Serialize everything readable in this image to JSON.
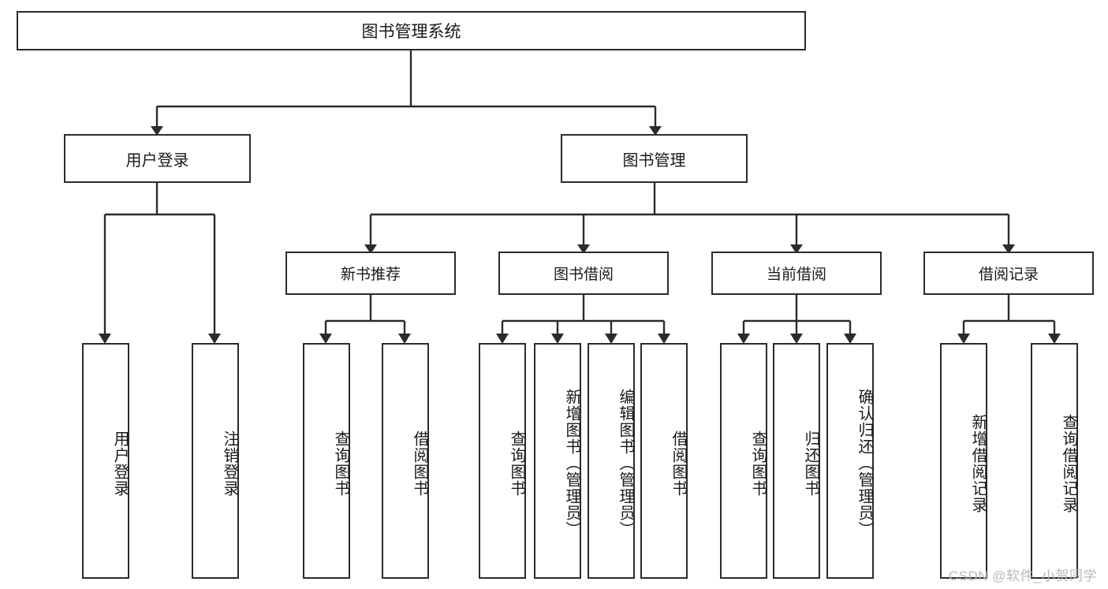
{
  "diagram": {
    "title": "图书管理系统",
    "watermark": "CSDN @软件_小贺同学",
    "colors": {
      "stroke": "#2b2b2b",
      "background": "#ffffff",
      "text": "#1a1a1a",
      "watermark": "#b9b9b9"
    },
    "root": {
      "label": "图书管理系统"
    },
    "level2": [
      {
        "label": "用户登录"
      },
      {
        "label": "图书管理"
      }
    ],
    "level3": [
      {
        "label": "新书推荐"
      },
      {
        "label": "图书借阅"
      },
      {
        "label": "当前借阅"
      },
      {
        "label": "借阅记录"
      }
    ],
    "leaves": {
      "user_login": [
        {
          "label": "用户登录"
        },
        {
          "label": "注销登录"
        }
      ],
      "new_book": [
        {
          "label": "查询图书"
        },
        {
          "label": "借阅图书"
        }
      ],
      "book_borrow": [
        {
          "label": "查询图书"
        },
        {
          "label": "新增图书（管理员）"
        },
        {
          "label": "编辑图书（管理员）"
        },
        {
          "label": "借阅图书"
        }
      ],
      "current_borrow": [
        {
          "label": "查询图书"
        },
        {
          "label": "归还图书"
        },
        {
          "label": "确认归还（管理员）"
        }
      ],
      "borrow_record": [
        {
          "label": "新增借阅记录"
        },
        {
          "label": "查询借阅记录"
        }
      ]
    }
  }
}
